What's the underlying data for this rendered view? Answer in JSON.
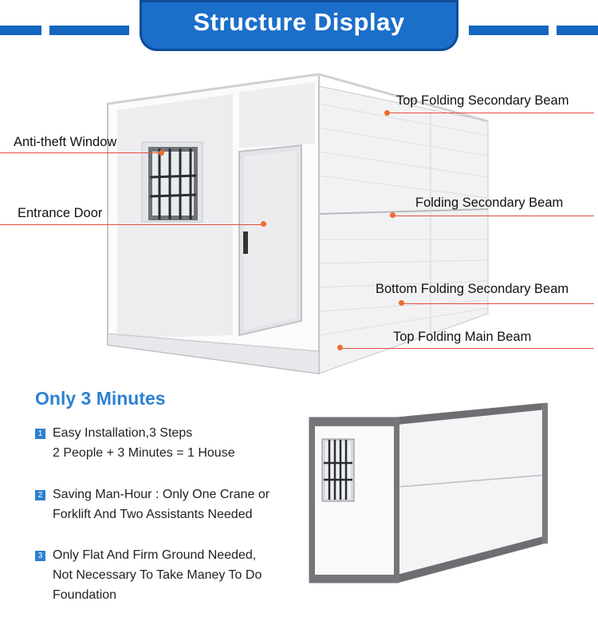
{
  "header": {
    "title": "Structure Display"
  },
  "labels": {
    "top_folding_secondary_beam": "Top Folding Secondary Beam",
    "anti_theft_window": "Anti-theft Window",
    "folding_secondary_beam": "Folding Secondary Beam",
    "entrance_door": "Entrance Door",
    "bottom_folding_secondary_beam": "Bottom Folding Secondary Beam",
    "top_folding_main_beam": "Top Folding Main Beam"
  },
  "section": {
    "title": "Only 3 Minutes",
    "steps": [
      {
        "num": "1",
        "line1": "Easy Installation,3 Steps",
        "line2": "2 People + 3 Minutes = 1 House",
        "line3": ""
      },
      {
        "num": "2",
        "line1": "Saving Man-Hour : Only One Crane or",
        "line2": "Forklift And Two Assistants Needed",
        "line3": ""
      },
      {
        "num": "3",
        "line1": "Only Flat And Firm Ground Needed,",
        "line2": "Not Necessary To Take Maney To Do",
        "line3": "Foundation"
      }
    ]
  },
  "colors": {
    "brand_blue": "#1b6fc9",
    "accent_orange": "#f06b2e",
    "title_blue": "#2f80d0"
  }
}
